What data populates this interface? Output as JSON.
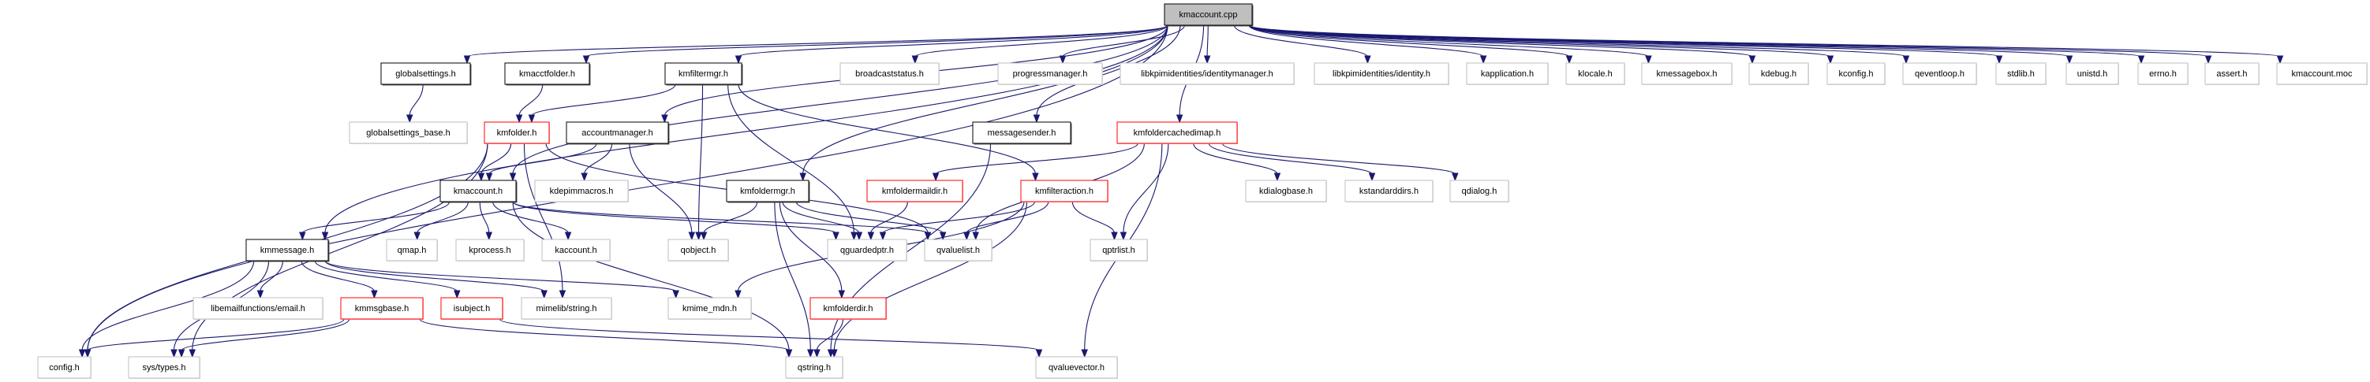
{
  "diagram": {
    "title": "kmaccount.cpp include dependency graph",
    "colors": {
      "edge": "#191970",
      "documented_border": "#000000",
      "undocumented_border": "#bfbfbf",
      "truncated_border": "#ff0000",
      "root_fill": "#bfbfbf"
    },
    "nodes": [
      {
        "id": "kmaccount_cpp",
        "label": "kmaccount.cpp",
        "kind": "root"
      },
      {
        "id": "globalsettings_h",
        "label": "globalsettings.h",
        "kind": "documented"
      },
      {
        "id": "kmacctfolder_h",
        "label": "kmacctfolder.h",
        "kind": "documented"
      },
      {
        "id": "kmfiltermgr_h",
        "label": "kmfiltermgr.h",
        "kind": "documented"
      },
      {
        "id": "broadcaststatus_h",
        "label": "broadcaststatus.h",
        "kind": "undocumented"
      },
      {
        "id": "progressmanager_h",
        "label": "progressmanager.h",
        "kind": "undocumented"
      },
      {
        "id": "identitymanager_h",
        "label": "libkpimidentities/identitymanager.h",
        "kind": "undocumented"
      },
      {
        "id": "identity_h",
        "label": "libkpimidentities/identity.h",
        "kind": "undocumented"
      },
      {
        "id": "kapplication_h",
        "label": "kapplication.h",
        "kind": "undocumented"
      },
      {
        "id": "klocale_h",
        "label": "klocale.h",
        "kind": "undocumented"
      },
      {
        "id": "kmessagebox_h",
        "label": "kmessagebox.h",
        "kind": "undocumented"
      },
      {
        "id": "kdebug_h",
        "label": "kdebug.h",
        "kind": "undocumented"
      },
      {
        "id": "kconfig_h",
        "label": "kconfig.h",
        "kind": "undocumented"
      },
      {
        "id": "qeventloop_h",
        "label": "qeventloop.h",
        "kind": "undocumented"
      },
      {
        "id": "stdlib_h",
        "label": "stdlib.h",
        "kind": "undocumented"
      },
      {
        "id": "unistd_h",
        "label": "unistd.h",
        "kind": "undocumented"
      },
      {
        "id": "errno_h",
        "label": "errno.h",
        "kind": "undocumented"
      },
      {
        "id": "assert_h",
        "label": "assert.h",
        "kind": "undocumented"
      },
      {
        "id": "kmaccount_moc",
        "label": "kmaccount.moc",
        "kind": "undocumented"
      },
      {
        "id": "globalsettings_base_h",
        "label": "globalsettings_base.h",
        "kind": "undocumented"
      },
      {
        "id": "kmfolder_h",
        "label": "kmfolder.h",
        "kind": "truncated"
      },
      {
        "id": "accountmanager_h",
        "label": "accountmanager.h",
        "kind": "documented"
      },
      {
        "id": "messagesender_h",
        "label": "messagesender.h",
        "kind": "documented"
      },
      {
        "id": "kmfoldercachedimap_h",
        "label": "kmfoldercachedimap.h",
        "kind": "truncated"
      },
      {
        "id": "kmaccount_h",
        "label": "kmaccount.h",
        "kind": "documented"
      },
      {
        "id": "kdepimmacros_h",
        "label": "kdepimmacros.h",
        "kind": "undocumented"
      },
      {
        "id": "kmfoldermgr_h",
        "label": "kmfoldermgr.h",
        "kind": "documented"
      },
      {
        "id": "kmfoldermaildir_h",
        "label": "kmfoldermaildir.h",
        "kind": "truncated"
      },
      {
        "id": "kmfilteraction_h",
        "label": "kmfilteraction.h",
        "kind": "truncated"
      },
      {
        "id": "kdialogbase_h",
        "label": "kdialogbase.h",
        "kind": "undocumented"
      },
      {
        "id": "kstandarddirs_h",
        "label": "kstandarddirs.h",
        "kind": "undocumented"
      },
      {
        "id": "qdialog_h",
        "label": "qdialog.h",
        "kind": "undocumented"
      },
      {
        "id": "kmmessage_h",
        "label": "kmmessage.h",
        "kind": "documented"
      },
      {
        "id": "qmap_h",
        "label": "qmap.h",
        "kind": "undocumented"
      },
      {
        "id": "kprocess_h",
        "label": "kprocess.h",
        "kind": "undocumented"
      },
      {
        "id": "kaccount_h",
        "label": "kaccount.h",
        "kind": "undocumented"
      },
      {
        "id": "qobject_h",
        "label": "qobject.h",
        "kind": "undocumented"
      },
      {
        "id": "qguardedptr_h",
        "label": "qguardedptr.h",
        "kind": "undocumented"
      },
      {
        "id": "qvaluelist_h",
        "label": "qvaluelist.h",
        "kind": "undocumented"
      },
      {
        "id": "qptrlist_h",
        "label": "qptrlist.h",
        "kind": "undocumented"
      },
      {
        "id": "email_h",
        "label": "libemailfunctions/email.h",
        "kind": "undocumented"
      },
      {
        "id": "kmmsgbase_h",
        "label": "kmmsgbase.h",
        "kind": "truncated"
      },
      {
        "id": "isubject_h",
        "label": "isubject.h",
        "kind": "truncated"
      },
      {
        "id": "mimelib_string_h",
        "label": "mimelib/string.h",
        "kind": "undocumented"
      },
      {
        "id": "kmime_mdn_h",
        "label": "kmime_mdn.h",
        "kind": "undocumented"
      },
      {
        "id": "kmfolderdir_h",
        "label": "kmfolderdir.h",
        "kind": "truncated"
      },
      {
        "id": "config_h",
        "label": "config.h",
        "kind": "undocumented"
      },
      {
        "id": "sys_types_h",
        "label": "sys/types.h",
        "kind": "undocumented"
      },
      {
        "id": "qstring_h",
        "label": "qstring.h",
        "kind": "undocumented"
      },
      {
        "id": "qvaluevector_h",
        "label": "qvaluevector.h",
        "kind": "undocumented"
      }
    ],
    "edges": [
      [
        "kmaccount_cpp",
        "config_h"
      ],
      [
        "kmaccount_cpp",
        "globalsettings_h"
      ],
      [
        "kmaccount_cpp",
        "kmacctfolder_h"
      ],
      [
        "kmaccount_cpp",
        "kmfiltermgr_h"
      ],
      [
        "kmaccount_cpp",
        "broadcaststatus_h"
      ],
      [
        "kmaccount_cpp",
        "progressmanager_h"
      ],
      [
        "kmaccount_cpp",
        "identitymanager_h"
      ],
      [
        "kmaccount_cpp",
        "identity_h"
      ],
      [
        "kmaccount_cpp",
        "kapplication_h"
      ],
      [
        "kmaccount_cpp",
        "klocale_h"
      ],
      [
        "kmaccount_cpp",
        "kmessagebox_h"
      ],
      [
        "kmaccount_cpp",
        "kdebug_h"
      ],
      [
        "kmaccount_cpp",
        "kconfig_h"
      ],
      [
        "kmaccount_cpp",
        "qeventloop_h"
      ],
      [
        "kmaccount_cpp",
        "stdlib_h"
      ],
      [
        "kmaccount_cpp",
        "unistd_h"
      ],
      [
        "kmaccount_cpp",
        "errno_h"
      ],
      [
        "kmaccount_cpp",
        "assert_h"
      ],
      [
        "kmaccount_cpp",
        "kmaccount_moc"
      ],
      [
        "kmaccount_cpp",
        "kmaccount_h"
      ],
      [
        "kmaccount_cpp",
        "kmmessage_h"
      ],
      [
        "kmaccount_cpp",
        "accountmanager_h"
      ],
      [
        "kmaccount_cpp",
        "kmfoldermgr_h"
      ],
      [
        "kmaccount_cpp",
        "messagesender_h"
      ],
      [
        "kmaccount_cpp",
        "kmfoldercachedimap_h"
      ],
      [
        "globalsettings_h",
        "globalsettings_base_h"
      ],
      [
        "kmacctfolder_h",
        "kmfolder_h"
      ],
      [
        "kmfiltermgr_h",
        "kmfolder_h"
      ],
      [
        "kmfiltermgr_h",
        "qobject_h"
      ],
      [
        "kmfiltermgr_h",
        "qguardedptr_h"
      ],
      [
        "kmfiltermgr_h",
        "kmfilteraction_h"
      ],
      [
        "kmfolder_h",
        "kmaccount_h"
      ],
      [
        "kmfolder_h",
        "config_h"
      ],
      [
        "kmfolder_h",
        "sys_types_h"
      ],
      [
        "kmfolder_h",
        "mimelib_string_h"
      ],
      [
        "kmfolder_h",
        "qvaluelist_h"
      ],
      [
        "accountmanager_h",
        "kmaccount_h"
      ],
      [
        "accountmanager_h",
        "kdepimmacros_h"
      ],
      [
        "accountmanager_h",
        "qobject_h"
      ],
      [
        "messagesender_h",
        "qstring_h"
      ],
      [
        "kmfoldercachedimap_h",
        "kmfoldermaildir_h"
      ],
      [
        "kmfoldercachedimap_h",
        "qvaluelist_h"
      ],
      [
        "kmfoldercachedimap_h",
        "qptrlist_h"
      ],
      [
        "kmfoldercachedimap_h",
        "kdialogbase_h"
      ],
      [
        "kmfoldercachedimap_h",
        "kstandarddirs_h"
      ],
      [
        "kmfoldercachedimap_h",
        "qdialog_h"
      ],
      [
        "kmfoldercachedimap_h",
        "qvaluevector_h"
      ],
      [
        "kmaccount_h",
        "kmmessage_h"
      ],
      [
        "kmaccount_h",
        "qmap_h"
      ],
      [
        "kmaccount_h",
        "kprocess_h"
      ],
      [
        "kmaccount_h",
        "kaccount_h"
      ],
      [
        "kmaccount_h",
        "qguardedptr_h"
      ],
      [
        "kmaccount_h",
        "qvaluelist_h"
      ],
      [
        "kmaccount_h",
        "qstring_h"
      ],
      [
        "kmfoldermgr_h",
        "qobject_h"
      ],
      [
        "kmfoldermgr_h",
        "qguardedptr_h"
      ],
      [
        "kmfoldermgr_h",
        "qvaluelist_h"
      ],
      [
        "kmfoldermgr_h",
        "kmfolderdir_h"
      ],
      [
        "kmfoldermgr_h",
        "qstring_h"
      ],
      [
        "kmfoldermaildir_h",
        "qguardedptr_h"
      ],
      [
        "kmfilteraction_h",
        "qguardedptr_h"
      ],
      [
        "kmfilteraction_h",
        "qvaluelist_h"
      ],
      [
        "kmfilteraction_h",
        "qptrlist_h"
      ],
      [
        "kmfilteraction_h",
        "kmime_mdn_h"
      ],
      [
        "kmfilteraction_h",
        "qstring_h"
      ],
      [
        "kmmessage_h",
        "config_h"
      ],
      [
        "kmmessage_h",
        "sys_types_h"
      ],
      [
        "kmmessage_h",
        "email_h"
      ],
      [
        "kmmessage_h",
        "kmmsgbase_h"
      ],
      [
        "kmmessage_h",
        "isubject_h"
      ],
      [
        "kmmessage_h",
        "mimelib_string_h"
      ],
      [
        "kmmessage_h",
        "kmime_mdn_h"
      ],
      [
        "kmmsgbase_h",
        "config_h"
      ],
      [
        "kmmsgbase_h",
        "sys_types_h"
      ],
      [
        "kmmsgbase_h",
        "qstring_h"
      ],
      [
        "isubject_h",
        "qvaluevector_h"
      ],
      [
        "kmfolderdir_h",
        "qstring_h"
      ]
    ]
  }
}
